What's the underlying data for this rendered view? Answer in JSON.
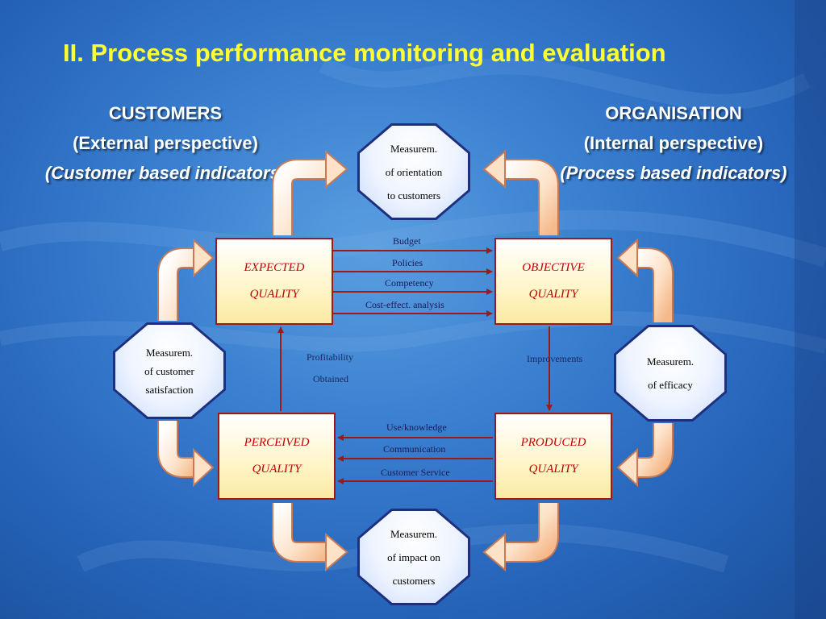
{
  "title": "II. Process performance monitoring and evaluation",
  "perspectives": {
    "left": {
      "line1": "CUSTOMERS",
      "line2": "(External perspective)",
      "line3": "(Customer based indicators)"
    },
    "right": {
      "line1": "ORGANISATION",
      "line2": "(Internal perspective)",
      "line3": "(Process based indicators)"
    }
  },
  "quality_boxes": {
    "expected": {
      "line1": "EXPECTED",
      "line2": "QUALITY"
    },
    "objective": {
      "line1": "OBJECTIVE",
      "line2": "QUALITY"
    },
    "perceived": {
      "line1": "PERCEIVED",
      "line2": "QUALITY"
    },
    "produced": {
      "line1": "PRODUCED",
      "line2": "QUALITY"
    }
  },
  "measurements": {
    "top": {
      "line1": "Measurem.",
      "line2": "of orientation",
      "line3": "to customers"
    },
    "left": {
      "line1": "Measurem.",
      "line2": "of customer",
      "line3": "satisfaction"
    },
    "right": {
      "line1": "Measurem.",
      "line2": "of efficacy"
    },
    "bottom": {
      "line1": "Measurem.",
      "line2": "of impact on",
      "line3": "customers"
    }
  },
  "flows": {
    "expected_to_objective": [
      "Budget",
      "Policies",
      "Competency",
      "Cost-effect. analysis"
    ],
    "produced_to_perceived": [
      "Use/knowledge",
      "Communication",
      "Customer Service"
    ],
    "perceived_to_expected": [
      "Profitability",
      "Obtained"
    ],
    "objective_to_produced": "Improvements"
  },
  "colors": {
    "title": "#ffff33",
    "arrow_red": "#9b1a1a",
    "quality_text": "#c00000",
    "octagon_border": "#1e2f80"
  }
}
